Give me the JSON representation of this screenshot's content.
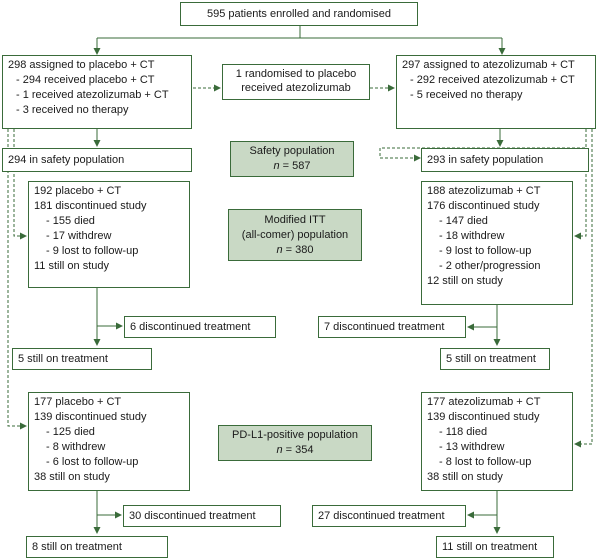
{
  "top": {
    "enrolled": "595 patients enrolled and randomised"
  },
  "left_arm": {
    "assigned": "298 assigned to placebo + CT",
    "items": [
      "- 294 received placebo + CT",
      "- 1 received atezolizumab + CT",
      "- 3 received no therapy"
    ],
    "safety": "294 in safety population",
    "itt": {
      "lines": [
        "192 placebo + CT",
        "181 discontinued study"
      ],
      "sub": [
        "- 155 died",
        "- 17 withdrew",
        "- 9 lost to follow-up"
      ],
      "still": "11 still on study"
    },
    "itt_discontinued": "6 discontinued treatment",
    "itt_still_treatment": "5 still on treatment",
    "pdl1": {
      "lines": [
        "177 placebo + CT",
        "139 discontinued study"
      ],
      "sub": [
        "- 125 died",
        "- 8 withdrew",
        "- 6 lost to follow-up"
      ],
      "still": "38 still on study"
    },
    "pdl1_discontinued": "30 discontinued treatment",
    "pdl1_still_treatment": "8 still on treatment"
  },
  "right_arm": {
    "assigned": "297 assigned to atezolizumab + CT",
    "items": [
      "- 292 received atezolizumab + CT",
      "- 5 received no therapy"
    ],
    "safety": "293 in safety population",
    "itt": {
      "lines": [
        "188 atezolizumab + CT",
        "176 discontinued study"
      ],
      "sub": [
        "- 147 died",
        "- 18 withdrew",
        "- 9 lost to follow-up",
        "- 2 other/progression"
      ],
      "still": "12 still on study"
    },
    "itt_discontinued": "7 discontinued treatment",
    "itt_still_treatment": "5 still on treatment",
    "pdl1": {
      "lines": [
        "177 atezolizumab + CT",
        "139 discontinued study"
      ],
      "sub": [
        "- 118 died",
        "- 13 withdrew",
        "- 8 lost to follow-up"
      ],
      "still": "38 still on study"
    },
    "pdl1_discontinued": "27 discontinued treatment",
    "pdl1_still_treatment": "11 still on treatment"
  },
  "crossover": {
    "line1": "1 randomised to placebo",
    "line2": "received atezolizumab"
  },
  "safety_population": {
    "title": "Safety population",
    "n_label": "n",
    "n_value": " = 587"
  },
  "itt_population": {
    "line1": "Modified ITT",
    "line2": "(all-comer) population",
    "n_label": "n",
    "n_value": " = 380"
  },
  "pdl1_population": {
    "title": "PD-L1-positive population",
    "n_label": "n",
    "n_value": " = 354"
  },
  "colors": {
    "border": "#3a6b3a",
    "shaded_fill": "#c9d9c5",
    "arrow": "#3a6b3a"
  }
}
